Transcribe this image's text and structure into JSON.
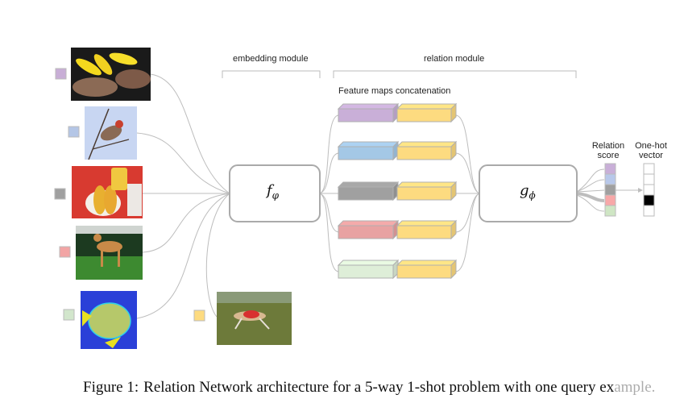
{
  "figure": {
    "caption_label": "Figure 1:",
    "caption_text": "Relation Network architecture for a 5-way 1-shot problem with one query ex",
    "caption_truncated": "ample."
  },
  "labels": {
    "embedding_module": "embedding module",
    "relation_module": "relation module",
    "feature_concat": "Feature maps concatenation",
    "relation_score_line1": "Relation",
    "relation_score_line2": "score",
    "onehot_line1": "One-hot",
    "onehot_line2": "vector"
  },
  "modules": {
    "embedding": {
      "symbol": "f",
      "subscript": "φ"
    },
    "relation": {
      "symbol": "g",
      "subscript": "ϕ"
    }
  },
  "sample_images": [
    {
      "name": "grilled-corn-steak-image",
      "class_color": "#c8aed6"
    },
    {
      "name": "bird-on-branch-image",
      "class_color": "#b4c6e6"
    },
    {
      "name": "hotdogs-image",
      "class_color": "#a0a0a0"
    },
    {
      "name": "dog-standing-image",
      "class_color": "#f2a5a5"
    },
    {
      "name": "angelfish-image",
      "class_color": "#d2e6cc"
    }
  ],
  "query_image": {
    "name": "running-dog-image",
    "class_color": "#fddb80"
  },
  "feature_pairs": [
    {
      "sample_color": "#c9afd8",
      "query_color": "#fddb80"
    },
    {
      "sample_color": "#a4c8e6",
      "query_color": "#fddb80"
    },
    {
      "sample_color": "#a0a0a0",
      "query_color": "#fddb80"
    },
    {
      "sample_color": "#e8a2a2",
      "query_color": "#fddb80"
    },
    {
      "sample_color": "#deeed8",
      "query_color": "#fddb80"
    }
  ],
  "relation_scores": [
    "#c9afd8",
    "#b8c8ea",
    "#a0a0a0",
    "#f8a8a8",
    "#cfe6c4"
  ],
  "onehot_vector": [
    0,
    0,
    0,
    1,
    0
  ],
  "colors": {
    "line": "#bdbdbd",
    "box_border": "#aaaaaa",
    "onehot_on": "#000000"
  }
}
